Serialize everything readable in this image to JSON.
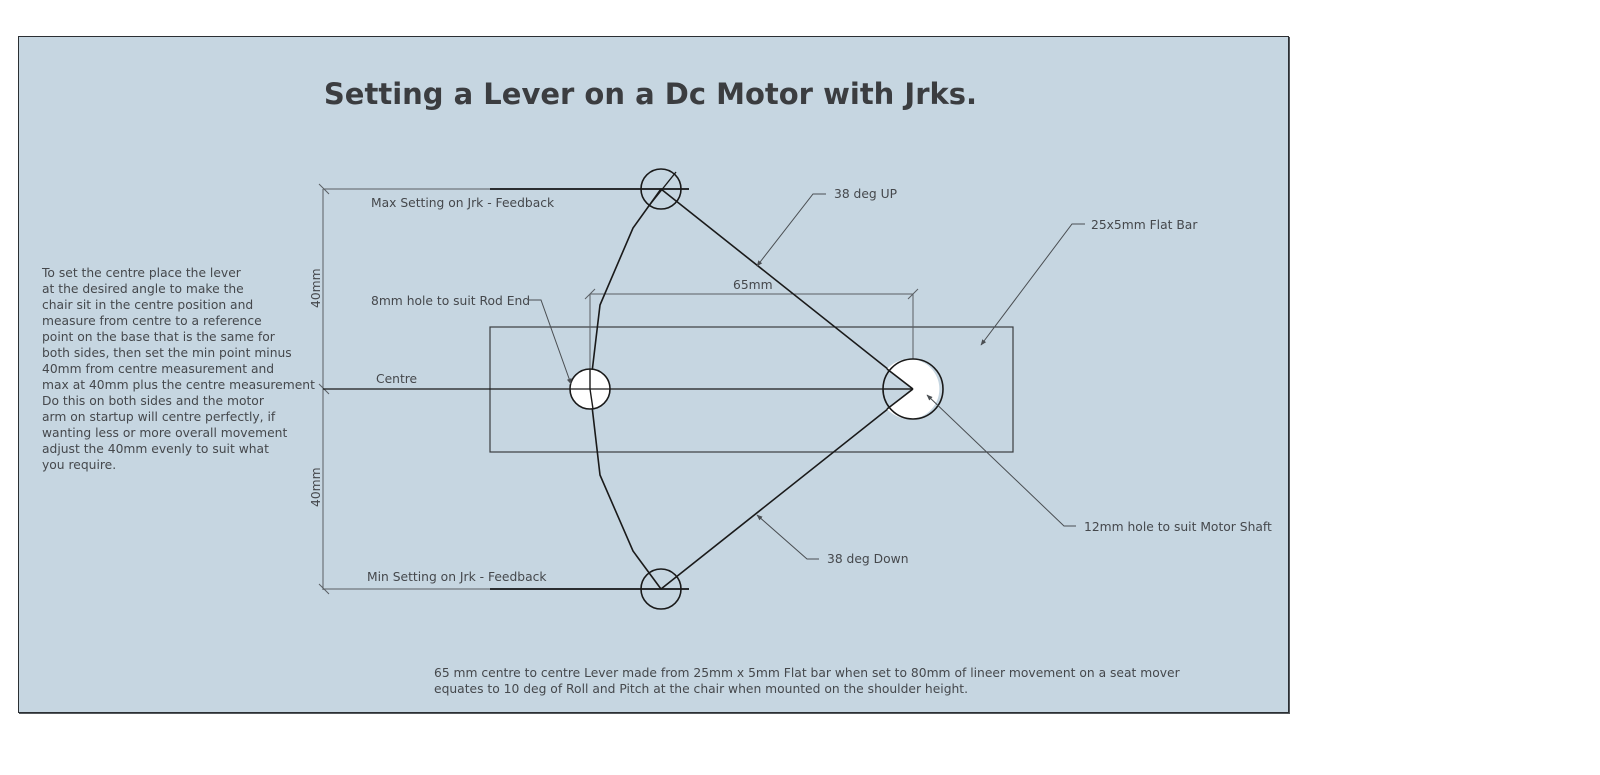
{
  "title": "Setting a Lever on a Dc Motor with Jrks.",
  "instructions": [
    "To set the centre place the lever",
    "at the desired angle to make the",
    "chair sit in the centre position and",
    "measure from centre to a reference",
    "point on the base that is the same for",
    "both sides, then set the min point minus",
    "40mm from centre measurement and",
    "max at 40mm plus the centre measurement",
    "Do this on both sides and the motor",
    "arm on startup will centre perfectly, if",
    "wanting less or more overall movement",
    "adjust the 40mm evenly to suit what",
    "you require."
  ],
  "labels": {
    "max_setting": "Max Setting on Jrk - Feedback",
    "min_setting": "Min Setting on Jrk - Feedback",
    "centre": "Centre",
    "rod_end_hole": "8mm hole to suit Rod End",
    "angle_up": "38 deg UP",
    "angle_down": "38 deg Down",
    "flat_bar": "25x5mm Flat Bar",
    "motor_shaft_hole": "12mm hole to suit Motor Shaft"
  },
  "dimensions": {
    "upper_travel": "40mm",
    "lower_travel": "40mm",
    "lever_length": "65mm"
  },
  "footer": [
    "65 mm centre to centre Lever made from 25mm x 5mm Flat bar when set to 80mm of lineer movement on a seat mover",
    "equates to 10 deg of Roll and Pitch at the chair when mounted on the shoulder height."
  ],
  "colors": {
    "background": "#c6d6e1",
    "line": "#1a1a1a",
    "dim_line": "#5a5f64",
    "text": "#45484c",
    "hole_fill": "#ffffff"
  }
}
